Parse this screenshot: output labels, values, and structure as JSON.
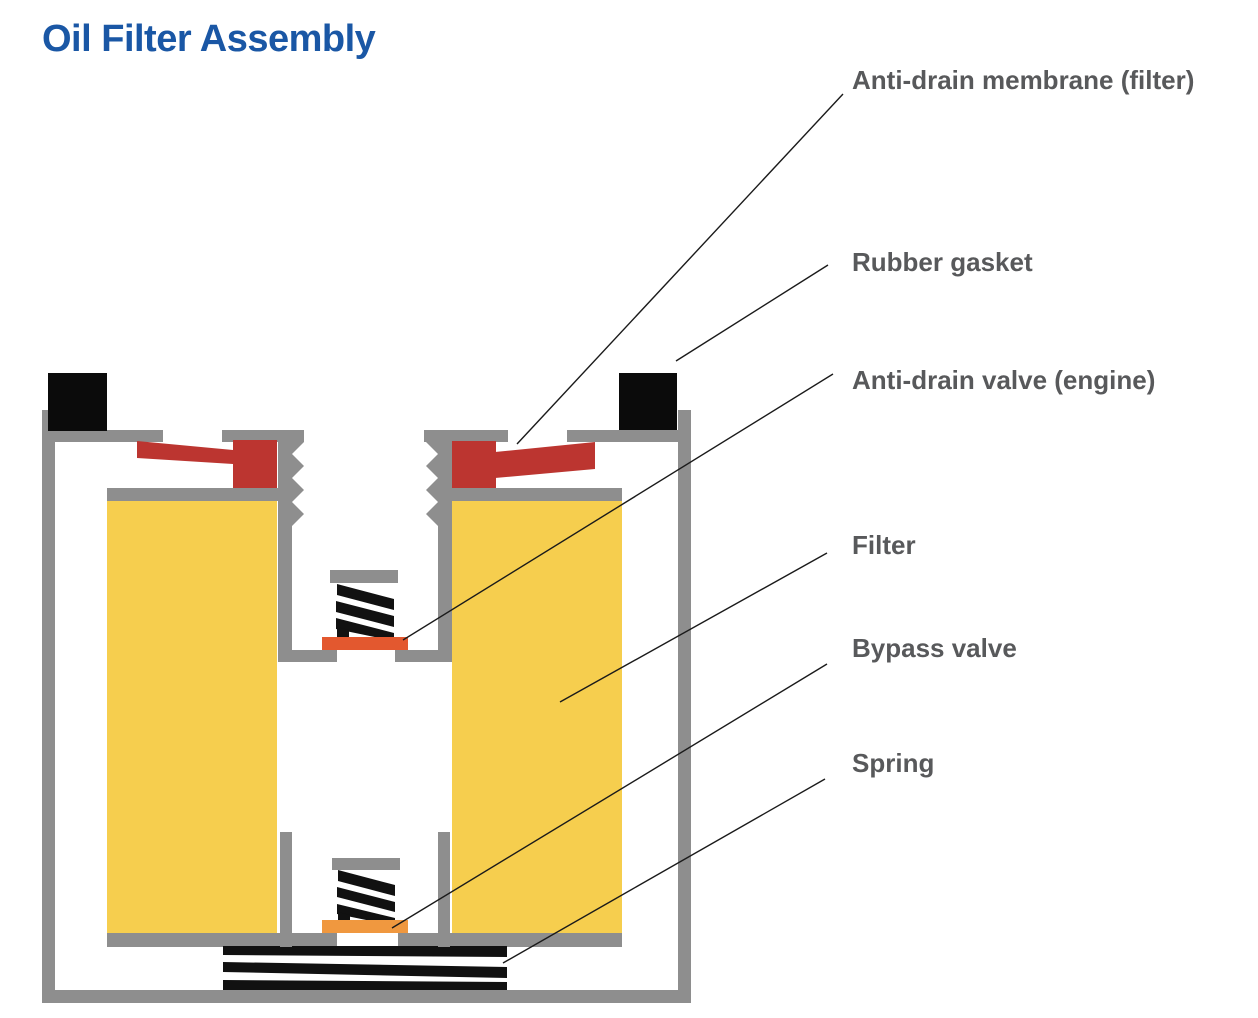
{
  "title": "Oil Filter Assembly",
  "labels": {
    "anti_drain_membrane": "Anti-drain membrane (filter)",
    "rubber_gasket": "Rubber gasket",
    "anti_drain_valve": "Anti-drain valve (engine)",
    "filter": "Filter",
    "bypass_valve": "Bypass valve",
    "spring": "Spring"
  },
  "colors": {
    "title_blue": "#1A57A5",
    "label_gray": "#58595B",
    "metal_gray": "#8E8E8E",
    "filter_yellow": "#F6CE4E",
    "membrane_red": "#BC3530",
    "anti_drain_plate_orange_red": "#E3582F",
    "bypass_plate_orange": "#F0983F",
    "seal_black": "#0B0B0B",
    "spring_black": "#111111",
    "leader_line": "#1A1A1A",
    "background": "#FFFFFF"
  }
}
